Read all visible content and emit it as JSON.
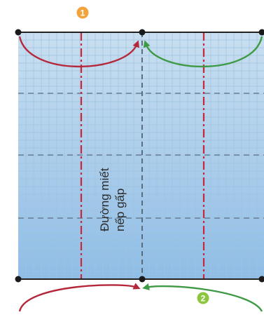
{
  "badges": [
    {
      "number": "1",
      "color": "#f2a33a"
    },
    {
      "number": "2",
      "color": "#8cc63f"
    }
  ],
  "fold_label": {
    "line1": "Đường miết",
    "line2": "nếp gấp"
  },
  "colors": {
    "paper_top": "#c9dff0",
    "paper_bottom": "#8fbde6",
    "grid": "#9fc2de",
    "red_fold": "#c8283c",
    "green_arrow": "#3e9a45",
    "red_arrow": "#b5283c",
    "border": "#222222"
  }
}
